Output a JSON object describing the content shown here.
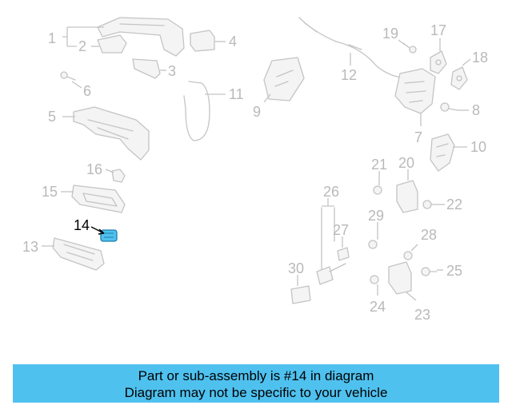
{
  "diagram": {
    "callouts": [
      "1",
      "2",
      "3",
      "4",
      "5",
      "6",
      "7",
      "8",
      "9",
      "10",
      "11",
      "12",
      "13",
      "14",
      "15",
      "16",
      "17",
      "18",
      "19",
      "20",
      "21",
      "22",
      "23",
      "24",
      "25",
      "26",
      "27",
      "28",
      "29",
      "30"
    ],
    "highlighted": "14",
    "colors": {
      "part_line": "#c4c4c4",
      "label": "#b9b9b9",
      "highlight_part": "#4fc1ef",
      "highlight_label": "#000000"
    }
  },
  "banner": {
    "line1": "Part or sub-assembly is #14 in diagram",
    "line2": "Diagram may not be specific to your vehicle",
    "color": "#4fc1ef"
  }
}
